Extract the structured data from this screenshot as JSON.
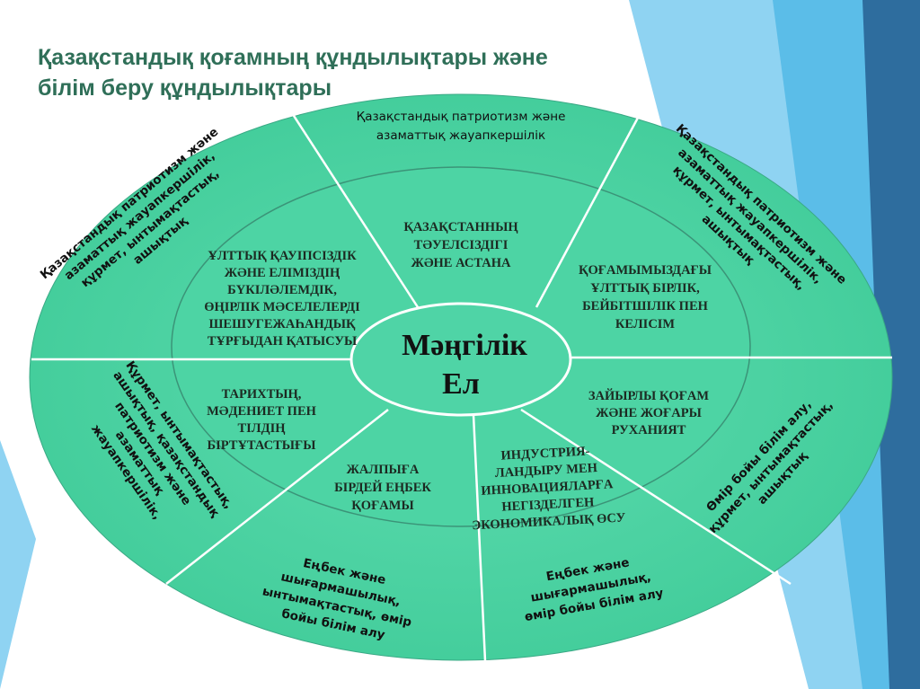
{
  "title": {
    "line1": "Қазақстандық қоғамның құндылықтары және",
    "line2": "білім беру құндылықтары"
  },
  "colors": {
    "ring": "#4fd4a6",
    "line": "#ffffff",
    "title": "#2f6f58",
    "deco_blue": "#5bbde8",
    "deco_dark": "#2e6d9e"
  },
  "core": {
    "line1": "Мәңгілік",
    "line2": "Ел"
  },
  "outer_segments": {
    "top": [
      "Қазақстандық патриотизм және",
      "азаматтық жауапкершілік"
    ],
    "top_left": [
      "Қазақстандық патриотизм және",
      "азаматтық жауапкершілік,",
      "құрмет, ынтымақтастық,",
      "ашықтық"
    ],
    "top_right": [
      "Қазақстандық патриотизм және",
      "азаматтық жауапкершілік,",
      "құрмет, ынтымақтастық,",
      "ашықтық"
    ],
    "bottom_left": [
      "Құрмет, ынтымақтастық,",
      "ашықтық, қазақстандық",
      "патриотизм және",
      "азаматтық",
      "жауапкершілік,"
    ],
    "bottom_right": [
      "Өмір бойы білім алу,",
      "құрмет, ынтымақтастық,",
      "ашықтық"
    ],
    "bottom_center_left": [
      "Еңбек және",
      "шығармашылық,",
      "ынтымақтастық, өмір",
      "бойы білім алу"
    ],
    "bottom_center_right": [
      "Еңбек және",
      "шығармашылық,",
      "өмір бойы білім алу"
    ]
  },
  "inner_segments": {
    "top": [
      "ҚАЗАҚСТАННЫҢ",
      "ТӘУЕЛСІЗДІГІ",
      "ЖӘНЕ АСТАНА"
    ],
    "top_left": [
      "ҰЛТТЫҚ ҚАУІПСІЗДІК",
      "ЖӘНЕ ЕЛІМІЗДІҢ",
      "БҮКІЛӘЛЕМДІК,",
      "ӨҢІРЛІК МӘСЕЛЕЛЕРДІ",
      "ШЕШУГЕЖАҺАНДЫҚ",
      "ТҰРҒЫДАН ҚАТЫСУЫ"
    ],
    "top_right": [
      "ҚОҒАМЫМЫЗДАҒЫ",
      "ҰЛТТЫҚ БІРЛІК,",
      "БЕЙБІТШІЛІК ПЕН",
      "КЕЛІСІМ"
    ],
    "left": [
      "ТАРИХТЫҢ,",
      "МӘДЕНИЕТ ПЕН",
      "ТІЛДІҢ",
      "БІРТҰТАСТЫҒЫ"
    ],
    "right": [
      "ЗАЙЫРЛЫ ҚОҒАМ",
      "ЖӘНЕ ЖОҒАРЫ",
      "РУХАНИЯТ"
    ],
    "bottom_left": [
      "ЖАЛПЫҒА",
      "БІРДЕЙ ЕҢБЕК",
      "ҚОҒАМЫ"
    ],
    "bottom_right": [
      "ИНДУСТРИЯ-",
      "ЛАНДЫРУ МЕН",
      "ИННОВАЦИЯЛАРҒА",
      "НЕГІЗДЕЛГЕН",
      "ЭКОНОМИКАЛЫҚ ӨСУ"
    ]
  }
}
